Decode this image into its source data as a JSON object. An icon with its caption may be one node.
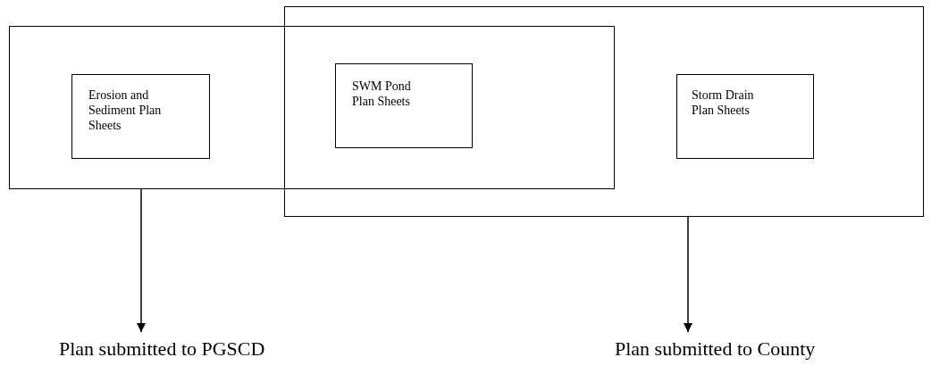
{
  "diagram": {
    "nodes": [
      {
        "text": [],
        "shape": "box"
      },
      {
        "text": [
          "Erosion and Sediment Plan Sheets"
        ],
        "in": 0
      },
      {
        "text": [
          "SWM Pond Plan Sheets"
        ]
      },
      {
        "text": [],
        "shape": "box"
      },
      {
        "text": [
          "Storm Drain Plan Sheets"
        ],
        "in": 3
      },
      {
        "text": [
          "Plan submitted to PGSCD"
        ]
      },
      {
        "text": [
          "Plan submitted to County"
        ]
      }
    ],
    "edges": [
      {
        "from": 0,
        "to": 5,
        "arrow": "to"
      },
      {
        "from": 3,
        "to": 6,
        "arrow": "to"
      }
    ]
  }
}
